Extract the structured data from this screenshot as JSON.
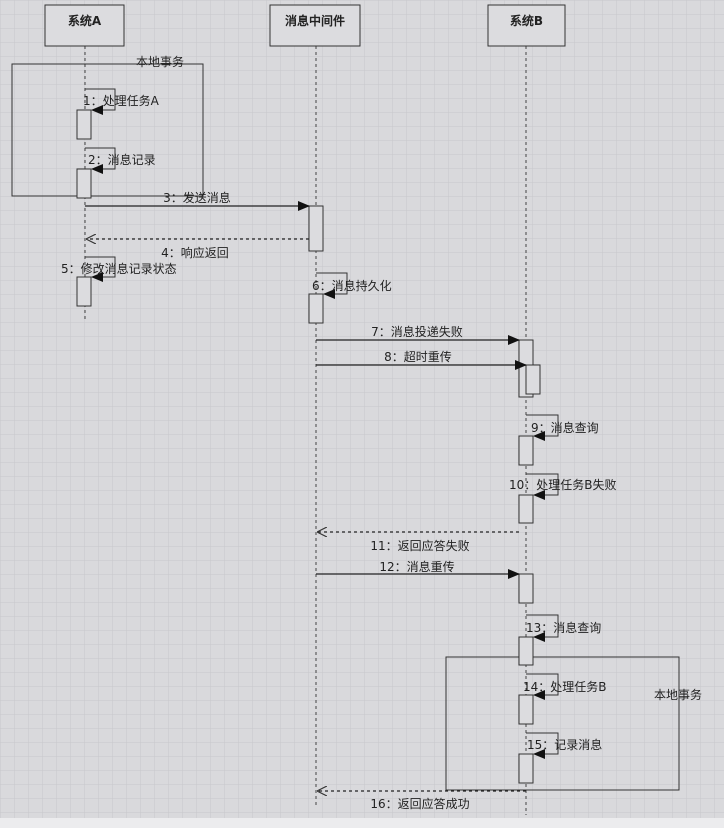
{
  "participants": [
    "系统A",
    "消息中间件",
    "系统B"
  ],
  "frames": [
    "本地事务",
    "本地事务"
  ],
  "messages": [
    "1：处理任务A",
    "2：消息记录",
    "3：发送消息",
    "4：响应返回",
    "5：修改消息记录状态",
    "6：消息持久化",
    "7：消息投递失败",
    "8：超时重传",
    "9：消息查询",
    "10：处理任务B失败",
    "11：返回应答失败",
    "12：消息重传",
    "13：消息查询",
    "14：处理任务B",
    "15：记录消息",
    "16：返回应答成功"
  ]
}
